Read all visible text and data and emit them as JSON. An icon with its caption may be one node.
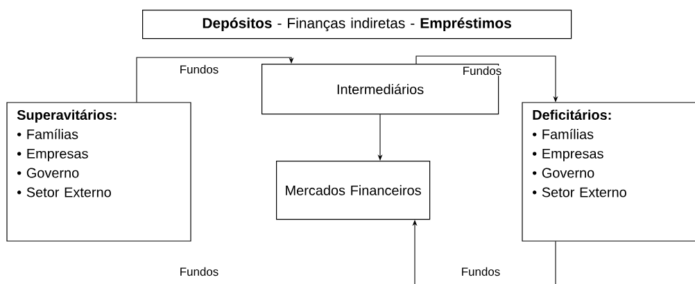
{
  "diagram": {
    "nodes": [
      {
        "text": [
          "**Depósitos** - Finanças indiretas - **Empréstimos**"
        ]
      },
      {
        "text": [
          "Superavitários:",
          "• Famílias",
          "• Empresas",
          "• Governo",
          "• Setor Externo"
        ]
      },
      {
        "text": [
          "Intermediários"
        ]
      },
      {
        "text": [
          "Mercados Financeiros"
        ]
      },
      {
        "text": [
          "Deficitários:",
          "• Famílias",
          "• Empresas",
          "• Governo",
          "• Setor Externo"
        ]
      }
    ],
    "edges": [
      {
        "from": 1,
        "to": 2,
        "arrow": "to",
        "label": "Fundos"
      },
      {
        "from": 2,
        "to": 4,
        "arrow": "to",
        "label": "Fundos"
      },
      {
        "from": 2,
        "to": 3,
        "arrow": "to"
      },
      {
        "from": null,
        "to": 3,
        "arrow": "to"
      },
      {
        "from": 4,
        "to": null,
        "arrow": "none"
      }
    ],
    "labels": [
      "Fundos",
      "Fundos"
    ]
  }
}
